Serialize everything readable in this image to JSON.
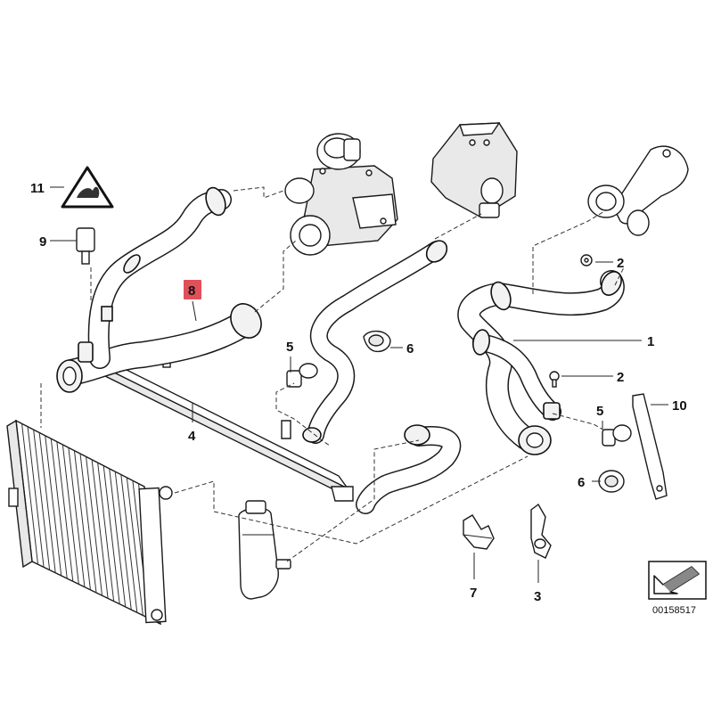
{
  "diagram": {
    "callouts": [
      "1",
      "2",
      "2",
      "3",
      "4",
      "5",
      "5",
      "6",
      "6",
      "7",
      "8",
      "9",
      "10",
      "11"
    ],
    "highlighted_callout": "8",
    "highlight_color": "#e0505a",
    "warning_triangle_icon": "warning-sign-triangle-icon",
    "reference_code": "00158517",
    "orientation_icon": "direction-arrow-icon"
  }
}
